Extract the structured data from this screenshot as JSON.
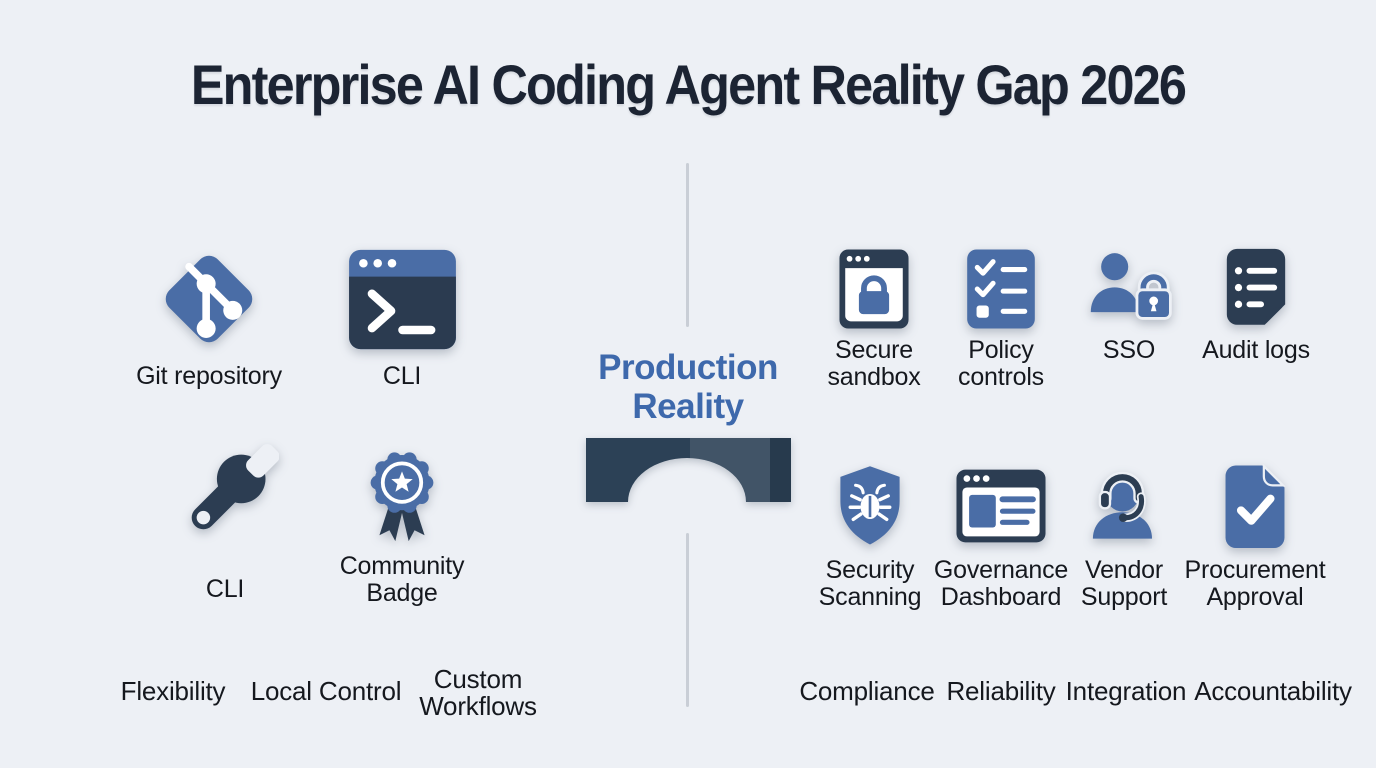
{
  "title": "Enterprise AI Coding Agent Reality Gap 2026",
  "center": {
    "line1": "Production",
    "line2": "Reality"
  },
  "left": {
    "items": [
      {
        "icon": "git-branch-icon",
        "label": "Git repository"
      },
      {
        "icon": "terminal-icon",
        "label": "CLI"
      },
      {
        "icon": "wrench-icon",
        "label": "CLI"
      },
      {
        "icon": "award-badge-icon",
        "label": "Community Badge"
      }
    ],
    "values": [
      "Flexibility",
      "Local Control",
      "Custom Workflows"
    ]
  },
  "right": {
    "items": [
      {
        "icon": "browser-lock-icon",
        "label": "Secure sandbox"
      },
      {
        "icon": "checklist-icon",
        "label": "Policy controls"
      },
      {
        "icon": "user-lock-icon",
        "label": "SSO"
      },
      {
        "icon": "document-list-icon",
        "label": "Audit logs"
      },
      {
        "icon": "shield-bug-icon",
        "label": "Security Scanning"
      },
      {
        "icon": "dashboard-window-icon",
        "label": "Governance Dashboard"
      },
      {
        "icon": "support-agent-icon",
        "label": "Vendor Support"
      },
      {
        "icon": "document-check-icon",
        "label": "Procurement Approval"
      }
    ],
    "values": [
      "Compliance",
      "Reliability",
      "Integration",
      "Accountability"
    ]
  },
  "colors": {
    "background": "#edf0f5",
    "title_text": "#1c2433",
    "accent_blue": "#4a6da6",
    "dark_navy": "#2c3d52",
    "center_text_blue": "#3e69ac",
    "bridge": "#2c4156",
    "divider": "#c9ced6",
    "label_text": "#15181e"
  }
}
